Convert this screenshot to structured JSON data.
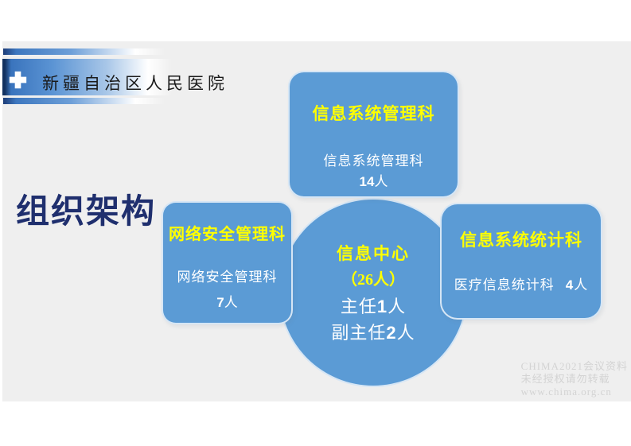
{
  "header": {
    "hospital_name": "新疆自治区人民医院"
  },
  "slide": {
    "title": "组织架构",
    "center_circle": {
      "title": "信息中心",
      "subtitle": "（26人）",
      "roles": [
        {
          "label": "主任",
          "count": "1",
          "unit": "人"
        },
        {
          "label": "副主任",
          "count": "2",
          "unit": "人"
        }
      ]
    },
    "boxes": {
      "top": {
        "title": "信息系统管理科",
        "dept": "信息系统管理科",
        "count": "14",
        "unit": "人"
      },
      "left": {
        "title": "网络安全管理科",
        "dept": "网络安全管理科",
        "count": "7",
        "unit": "人"
      },
      "right": {
        "title": "信息系统统计科",
        "dept": "医疗信息统计科",
        "count": "4",
        "unit": "人"
      }
    },
    "watermark": {
      "line1": "CHIMA2021会议资料",
      "line2": "未经授权请勿转载",
      "line3": "www.chima.org.cn"
    }
  },
  "colors": {
    "node_blue": "#5b9bd5",
    "accent_yellow": "#ffff00",
    "title_navy": "#1f2f6e",
    "header_gradient_start": "#12315f",
    "header_gradient_mid": "#5b94d4",
    "slide_background": "#efefef",
    "watermark_gray": "#d3d3d3"
  }
}
